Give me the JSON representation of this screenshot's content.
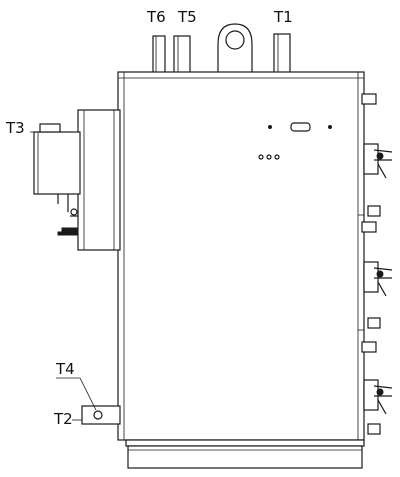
{
  "labels": {
    "t6": "T6",
    "t5": "T5",
    "t1": "T1",
    "t3": "T3",
    "t4": "T4",
    "t2": "T2"
  }
}
